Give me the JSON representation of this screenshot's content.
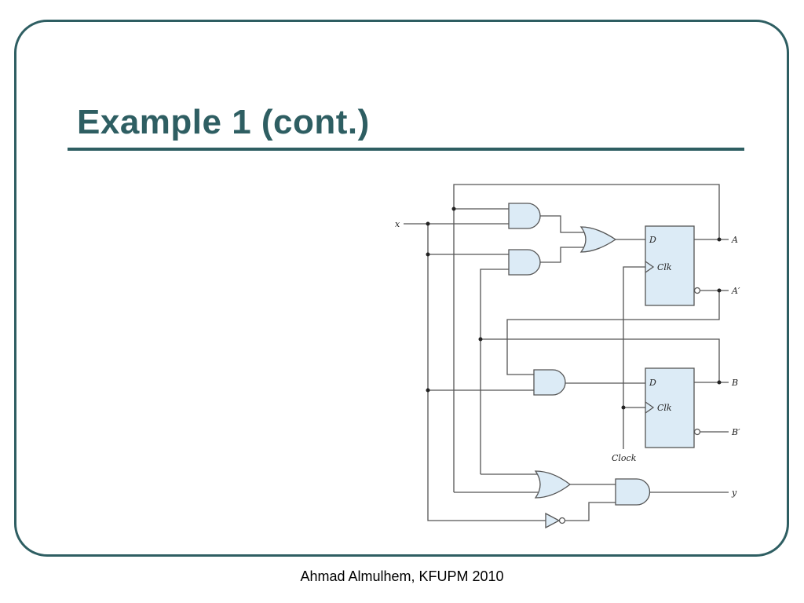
{
  "slide": {
    "title": "Example 1 (cont.)",
    "footer": "Ahmad Almulhem, KFUPM 2010"
  },
  "circuit": {
    "input_label": "x",
    "flipflop_A": {
      "d_label": "D",
      "clk_label": "Clk"
    },
    "flipflop_B": {
      "d_label": "D",
      "clk_label": "Clk"
    },
    "outputs": {
      "a": "A",
      "a_not": "A′",
      "b": "B",
      "b_not": "B′",
      "y": "y"
    },
    "clock_label": "Clock"
  },
  "colors": {
    "theme": "#2e5e62",
    "gate_fill": "#dcebf6"
  }
}
